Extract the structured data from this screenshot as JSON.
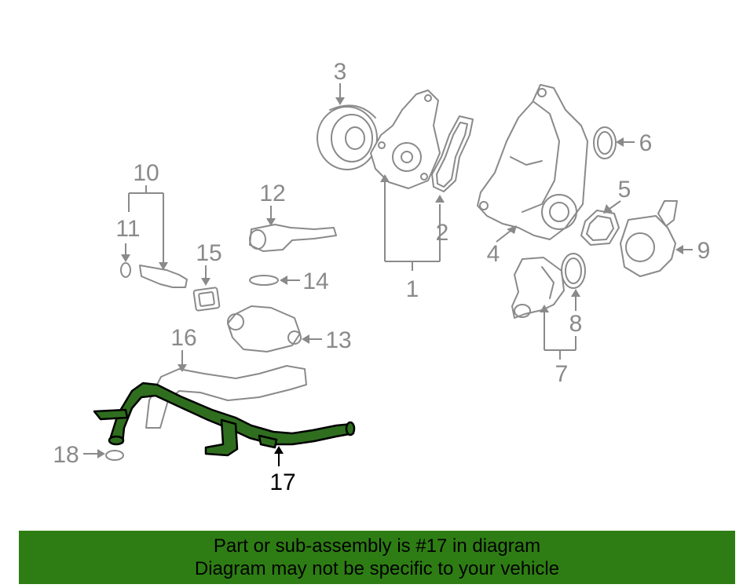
{
  "callouts": {
    "c1": "1",
    "c2": "2",
    "c3": "3",
    "c4": "4",
    "c5": "5",
    "c6": "6",
    "c7": "7",
    "c8": "8",
    "c9": "9",
    "c10": "10",
    "c11": "11",
    "c12": "12",
    "c13": "13",
    "c14": "14",
    "c15": "15",
    "c16": "16",
    "c17": "17",
    "c18": "18"
  },
  "banner": {
    "line1": "Part or sub-assembly is #17 in diagram",
    "line2": "Diagram may not be specific to your vehicle"
  },
  "colors": {
    "banner_bg": "#2e7d14",
    "highlight_part": "#2f6e1f",
    "line_art": "#8a8a8a"
  }
}
